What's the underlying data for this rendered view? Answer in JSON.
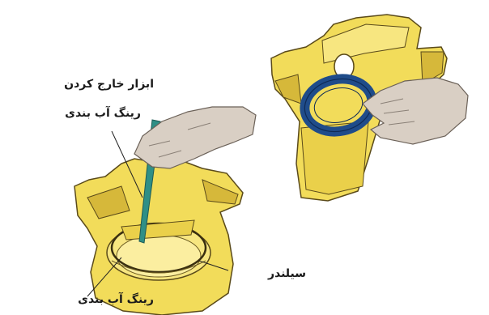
{
  "labels": {
    "seal_remover_tool_line1": "ابزار خارج کردن",
    "seal_remover_tool_line2": "رینگ آب بندی",
    "cylinder": "سیلندر",
    "seal_ring": "رینگ آب بندی"
  },
  "colors": {
    "caliper_body": "#f2dc5a",
    "caliper_shadow": "#d6b83a",
    "outline": "#5a4a1a",
    "tool": "#2f8f86",
    "seal_ring": "#1f4c8a",
    "hand": "#d9cfc4"
  }
}
